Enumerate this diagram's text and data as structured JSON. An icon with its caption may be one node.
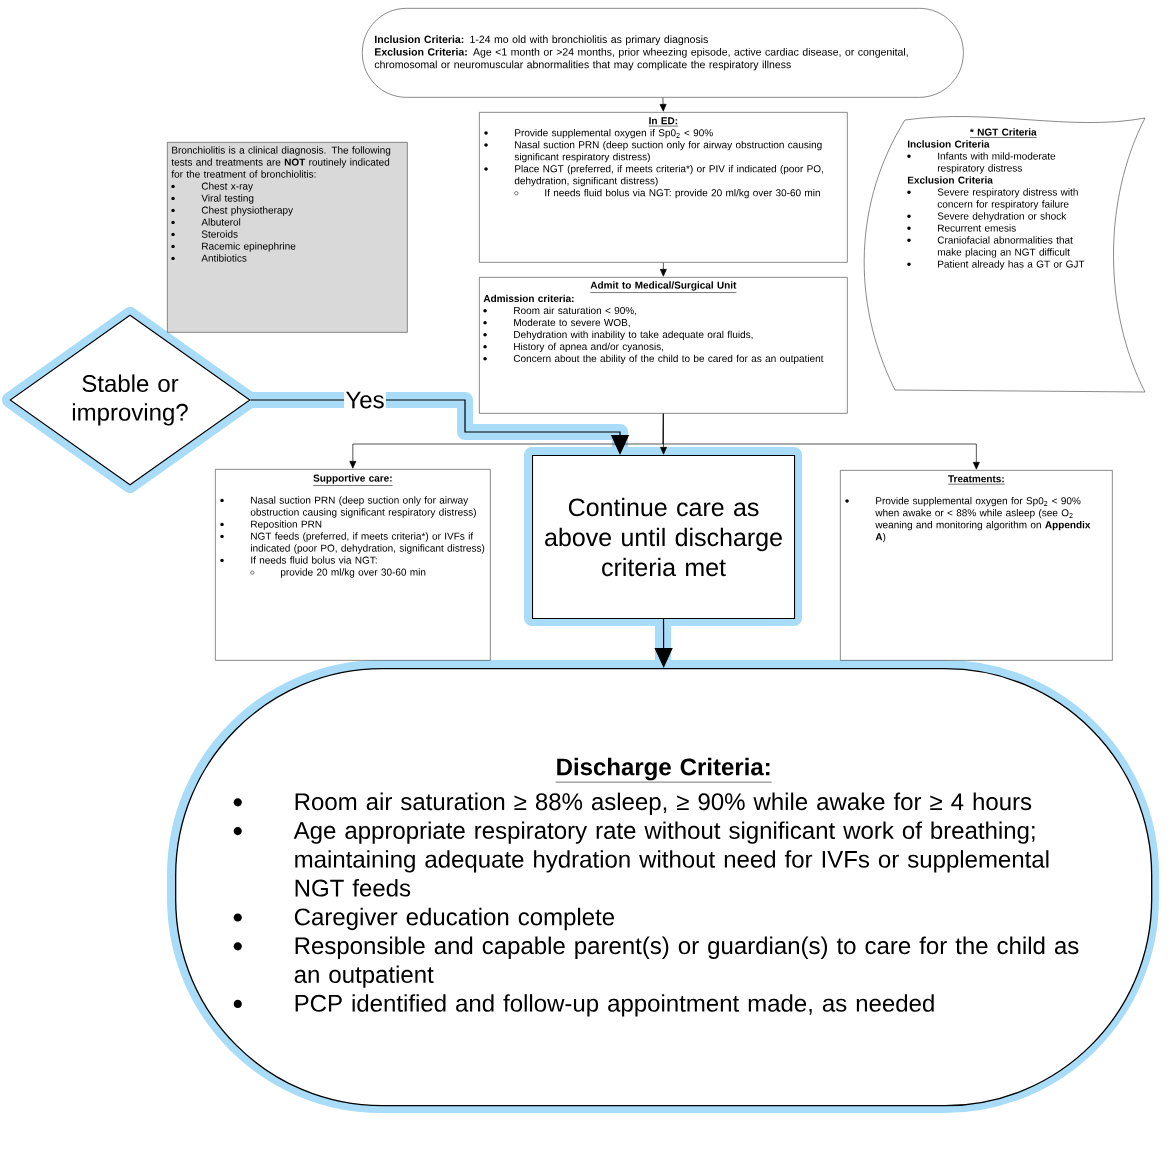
{
  "diagram": {
    "nodes": [
      {
        "text": [
          "**Inclusion Criteria:** 1-24 mo old with bronchiolitis as primary diagnosis",
          "**Exclusion Criteria:** Age <1 month or >24 months, prior wheezing episode, active cardiac disease, or congenital, chromosomal or neuromuscular abnormalities that may complicate the respiratory illness"
        ]
      },
      {
        "text": [
          "In ED:",
          "Provide supplemental oxygen if Sp0$_{2}$ < 90%",
          "Nasal suction PRN (deep suction only for airway obstruction causing significant respiratory distress)",
          "Place NGT (preferred, if meets criteria*) or PIV if indicated (poor PO, dehydration, significant distress)",
          "If needs fluid bolus via NGT: provide 20 ml/kg over 30-60 min"
        ]
      },
      {
        "text": [
          "Bronchiolitis is a clinical diagnosis. The following tests and treatments are **NOT** routinely indicated for the treatment of bronchiolitis:",
          "Chest x-ray",
          "Viral testing",
          "Chest physiotherapy",
          "Albuterol",
          "Steroids",
          "Racemic epinephrine",
          "Antibiotics"
        ]
      },
      {
        "text": [
          "* NGT Criteria",
          "Inclusion Criteria",
          "Infants with mild-moderate respiratory distress",
          "Exclusion Criteria",
          "Severe respiratory distress with concern for respiratory failure",
          "Severe dehydration or shock",
          "Recurrent emesis",
          "Craniofacial abnormalities that make placing an NGT difficult",
          "Patient already has a GT or GJT"
        ]
      },
      {
        "text": [
          "Admit to Medical/Surgical Unit",
          "Admission criteria:",
          "Room air saturation < 90%,",
          "Moderate to severe WOB,",
          "Dehydration with inability to take adequate oral fluids,",
          "History of apnea and/or cyanosis,",
          "Concern about the ability of the child to be cared for as an outpatient"
        ]
      },
      {
        "text": [
          "Stable or improving?"
        ]
      },
      {
        "text": [
          "Supportive care:",
          "Nasal suction PRN (deep suction only for airway obstruction causing significant respiratory distress)",
          "Reposition PRN",
          "NGT feeds (preferred, if meets criteria*) or IVFs if indicated (poor PO, dehydration, significant distress)",
          "If needs fluid bolus via NGT:",
          "provide 20 ml/kg over 30-60 min"
        ]
      },
      {
        "text": [
          "Continue care as above until discharge criteria met"
        ]
      },
      {
        "text": [
          "Treatments:",
          "Provide supplemental oxygen for Sp0$_{2}$ < 90% when awake or < 88% while asleep (see O$_{2}$ weaning and monitoring algorithm on **Appendix A**)"
        ]
      },
      {
        "text": [
          "Discharge Criteria:",
          "Room air saturation ≥ 88% asleep, ≥ 90% while awake for ≥ 4 hours",
          "Age appropriate respiratory rate without significant work of breathing; maintaining adequate hydration without need for IVFs or supplemental NGT feeds",
          "Caregiver education complete",
          "Responsible and capable parent(s) or guardian(s) to care for the child as an outpatient",
          "PCP identified and follow-up appointment made, as needed"
        ]
      }
    ],
    "edges": [
      {
        "from": 0,
        "to": 1,
        "arrow": "to"
      },
      {
        "from": 1,
        "to": 4,
        "arrow": "to"
      },
      {
        "from": 5,
        "to": 7,
        "arrow": "to",
        "label": "Yes"
      },
      {
        "from": 4,
        "to": 6,
        "arrow": "to"
      },
      {
        "from": 4,
        "to": 8,
        "arrow": "to"
      },
      {
        "from": 4,
        "to": 7,
        "arrow": "to"
      },
      {
        "from": 7,
        "to": 9,
        "arrow": "to"
      }
    ]
  }
}
